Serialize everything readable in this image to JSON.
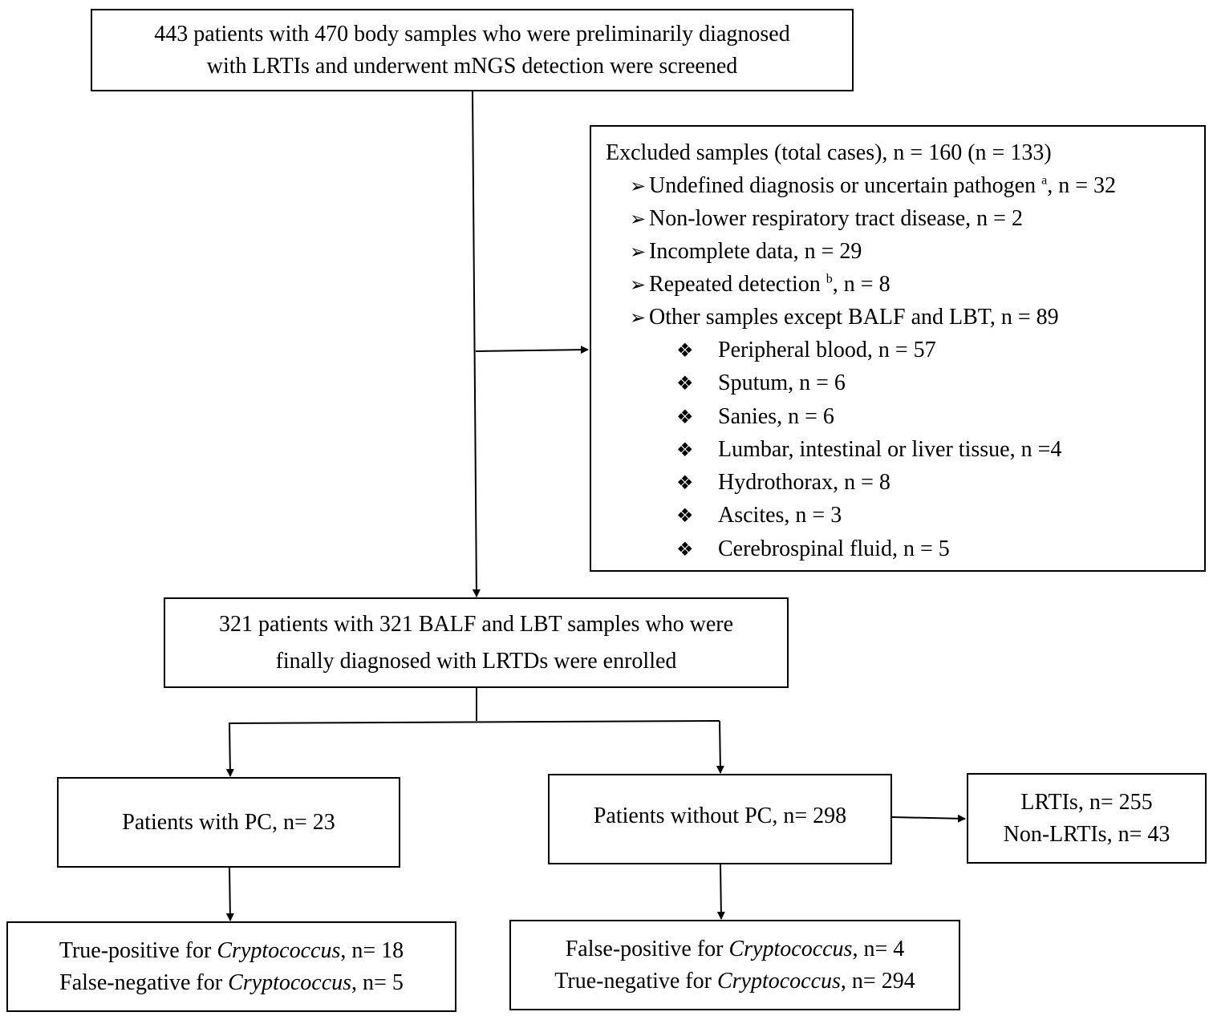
{
  "top_box": {
    "line1": "443 patients with 470 body samples who were preliminarily diagnosed",
    "line2": "with LRTIs and underwent mNGS detection were screened"
  },
  "excluded_box": {
    "heading": "Excluded samples (total cases), n = 160 (n = 133)",
    "items": [
      {
        "text": "Undefined diagnosis or uncertain pathogen",
        "sup": "a",
        "suffix": ", n = 32"
      },
      {
        "text": "Non-lower respiratory tract disease, n = 2"
      },
      {
        "text": "Incomplete data, n = 29"
      },
      {
        "text": "Repeated detection",
        "sup": "b",
        "suffix": ", n = 8"
      },
      {
        "text": "Other samples except BALF and LBT, n = 89"
      }
    ],
    "subitems": [
      "Peripheral blood, n = 57",
      "Sputum, n = 6",
      "Sanies, n = 6",
      "Lumbar, intestinal or liver tissue, n =4",
      "Hydrothorax, n = 8",
      "Ascites, n = 3",
      "Cerebrospinal fluid, n = 5"
    ]
  },
  "enrolled_box": {
    "line1": "321 patients with 321 BALF and LBT samples who were",
    "line2": "finally diagnosed with LRTDs were enrolled"
  },
  "pc_box": {
    "text": "Patients with PC, n= 23"
  },
  "nopc_box": {
    "text": "Patients without PC, n= 298"
  },
  "lrti_box": {
    "line1": "LRTIs, n= 255",
    "line2": "Non-LRTIs, n= 43"
  },
  "pc_result_box": {
    "line1_pre": "True-positive for ",
    "line1_italic": "Cryptococcus",
    "line1_post": ", n= 18",
    "line2_pre": "False-negative for ",
    "line2_italic": "Cryptococcus",
    "line2_post": ", n= 5"
  },
  "nopc_result_box": {
    "line1_pre": "False-positive for ",
    "line1_italic": "Cryptococcus",
    "line1_post": ", n= 4",
    "line2_pre": "True-negative for ",
    "line2_italic": "Cryptococcus",
    "line2_post": ", n= 294"
  }
}
